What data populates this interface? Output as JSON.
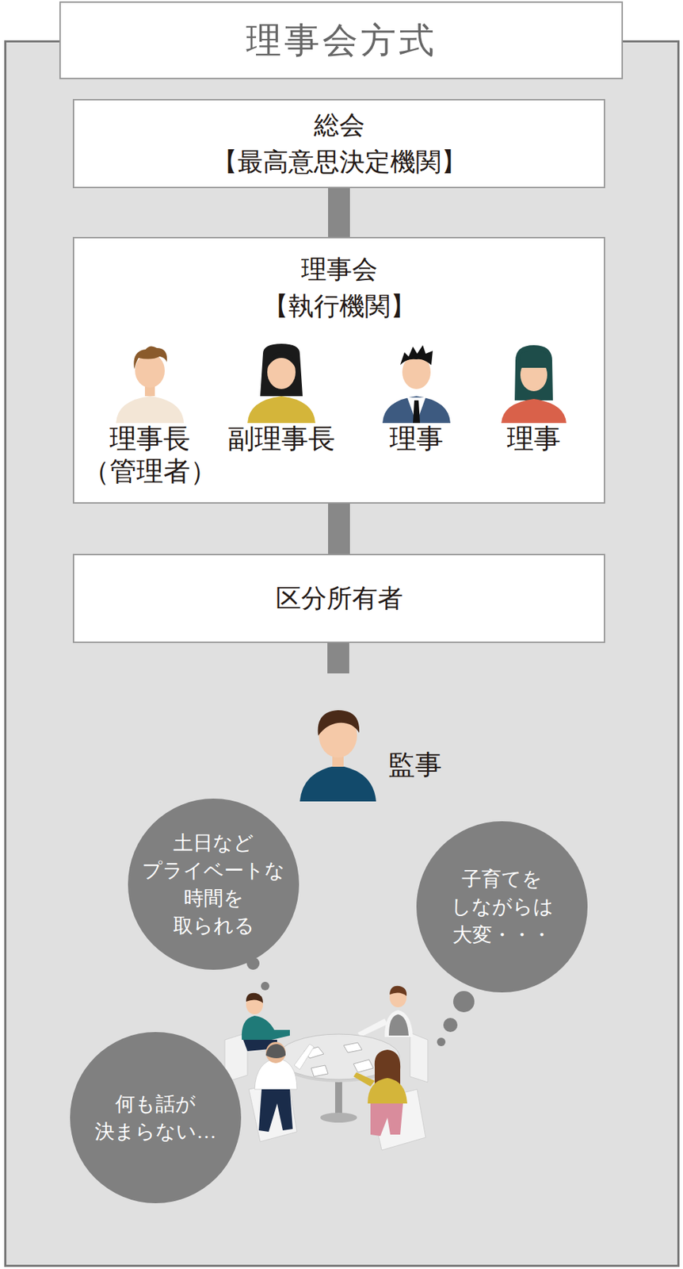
{
  "diagram": {
    "nodes": [
      {
        "text": [
          "理事会方式"
        ]
      },
      {
        "text": [
          "総会",
          "【最高意思決定機関】"
        ],
        "in": 0
      },
      {
        "text": [
          "理事会",
          "【執行機関】"
        ],
        "in": 0
      },
      {
        "text": [
          "区分所有者"
        ],
        "in": 0
      },
      {
        "text": [
          "土日など プライベートな 時間を 取られる"
        ],
        "in": 0
      },
      {
        "text": [
          "子育てを しながらは 大変・・・"
        ],
        "in": 0
      },
      {
        "text": [
          "何も話が 決まらない…"
        ],
        "in": 0
      }
    ],
    "edges": [
      {
        "from": 1,
        "to": 2,
        "arrow": "none"
      },
      {
        "from": 2,
        "to": 3,
        "arrow": "none"
      }
    ],
    "labels": [
      "理事長 （管理者）",
      "副理事長",
      "理事",
      "理事",
      "監事"
    ]
  }
}
